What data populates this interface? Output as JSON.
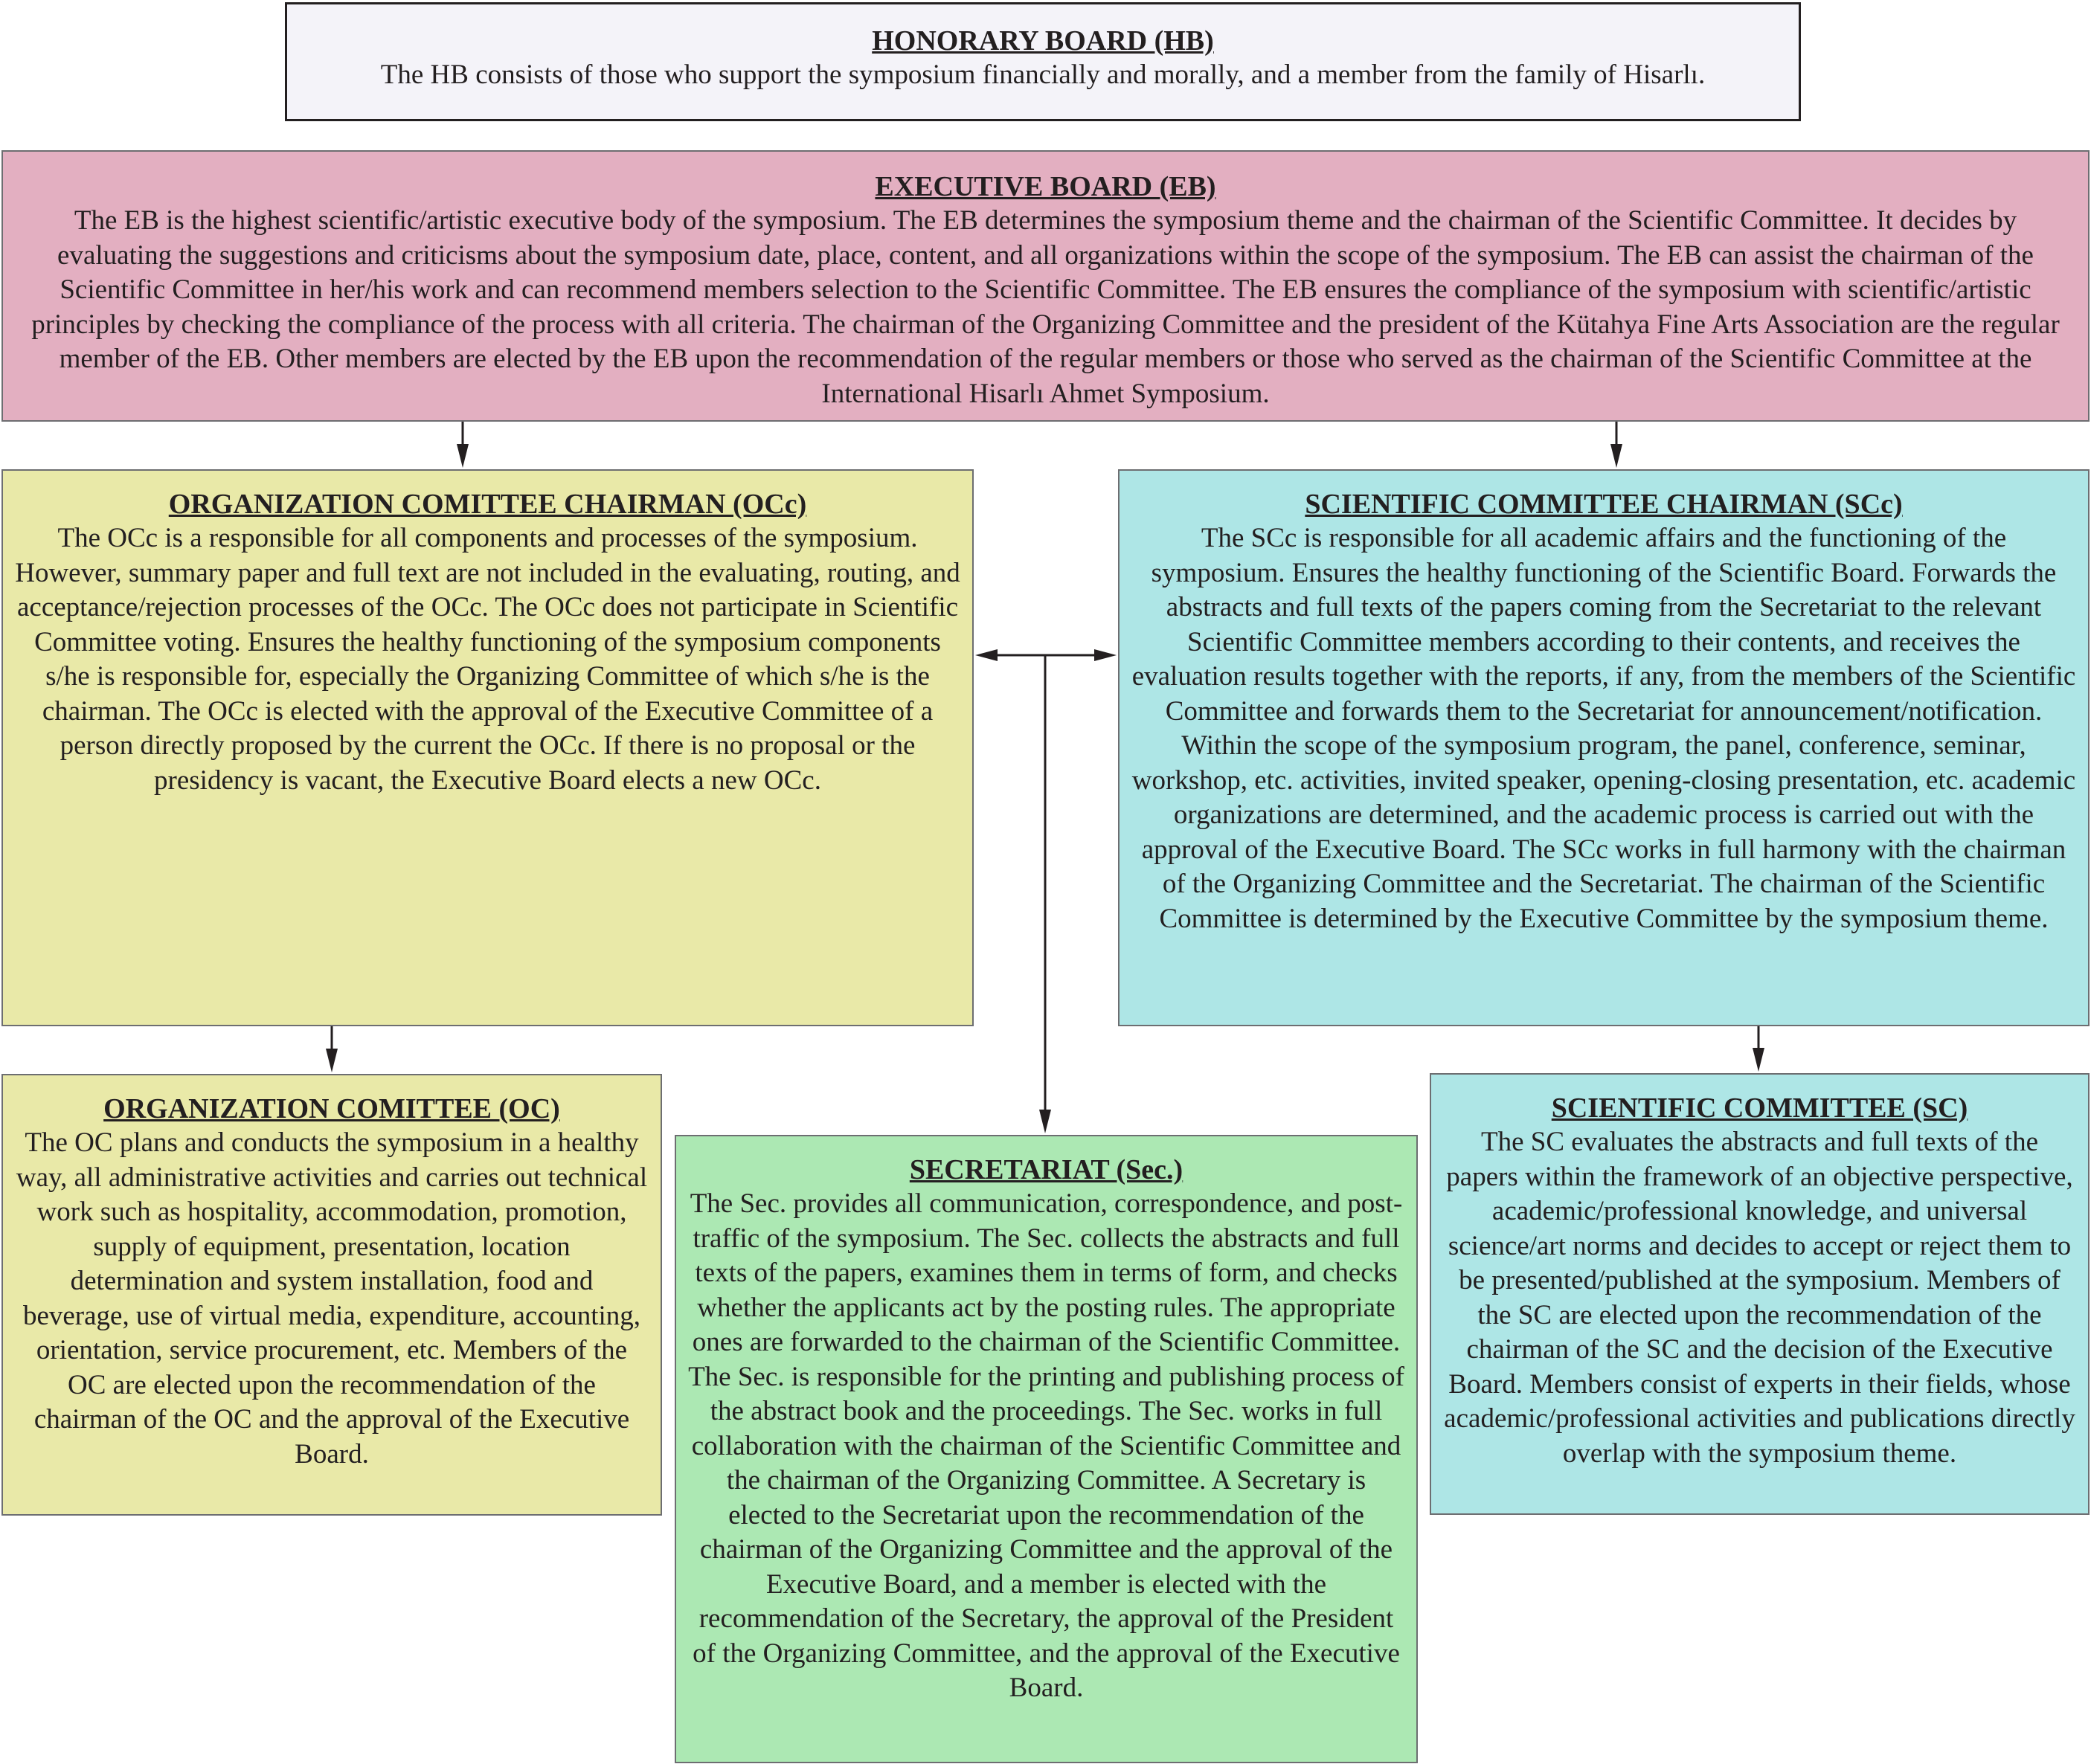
{
  "hb": {
    "title": "HONORARY BOARD (HB)",
    "body": "The HB consists of those who support the symposium financially and morally, and a member from the family of Hisarlı."
  },
  "eb": {
    "title": "EXECUTIVE BOARD (EB)",
    "body": "The EB is the highest scientific/artistic executive body of the symposium. The EB determines the symposium theme and the chairman of the Scientific Committee. It decides by evaluating the suggestions and criticisms about the symposium date, place, content, and all organizations within the scope of the symposium. The EB can assist the chairman of the Scientific Committee in her/his work and can recommend members selection to the Scientific Committee. The EB ensures the compliance of the symposium with scientific/artistic principles by checking the compliance of the process with all criteria. The chairman of the Organizing Committee and the president of the Kütahya Fine Arts Association are the regular member of the EB. Other members are elected by the EB upon the recommendation of the regular members or those who served as the chairman of the Scientific Committee at the International Hisarlı Ahmet Symposium."
  },
  "occ": {
    "title": "ORGANIZATION COMITTEE CHAIRMAN (OCc)",
    "body": "The OCc is a responsible for all components and processes of the symposium. However, summary paper and full text are not included in the evaluating, routing, and acceptance/rejection processes of the OCc. The OCc does not participate in Scientific Committee voting. Ensures the healthy functioning of the symposium components s/he is responsible for, especially the Organizing Committee of which s/he is the chairman. The OCc is elected with the approval of the Executive Committee of a person directly proposed by the current the OCc. If there is no proposal or the presidency is vacant, the Executive Board elects a new OCc."
  },
  "scc": {
    "title": "SCIENTIFIC COMMITTEE CHAIRMAN (SCc)",
    "body": "The SCc is responsible for all academic affairs and the functioning of the symposium. Ensures the healthy functioning of the Scientific Board. Forwards the abstracts and full texts of the papers coming from the Secretariat to the relevant Scientific Committee members according to their contents, and receives the evaluation results together with the reports, if any, from the members of the Scientific Committee and forwards them to the Secretariat for announcement/notification. Within the scope of the symposium program, the panel, conference, seminar, workshop, etc. activities, invited speaker, opening-closing presentation, etc. academic organizations are determined, and the academic process is carried out with the approval of the Executive Board. The SCc works in full harmony with the chairman of the Organizing Committee and the Secretariat. The chairman of the Scientific Committee is determined by the Executive Committee by the symposium theme."
  },
  "oc": {
    "title": "ORGANIZATION COMITTEE (OC)",
    "body": "The OC plans and conducts the symposium in a healthy way, all administrative activities and carries out technical work such as hospitality, accommodation, promotion, supply of equipment, presentation, location determination and system installation, food and beverage, use of virtual media, expenditure, accounting, orientation, service procurement, etc. Members of the OC are elected upon the recommendation of the chairman of the OC and the approval of the Executive Board."
  },
  "sec": {
    "title": "SECRETARIAT (Sec.)",
    "body": "The Sec. provides all communication, correspondence, and post-traffic of the symposium. The Sec. collects the abstracts and full texts of the papers, examines them in terms of form, and checks whether the applicants act by the posting rules. The appropriate ones are forwarded to the chairman of the Scientific Committee. The Sec. is responsible for the printing and publishing process of the abstract book and the proceedings. The Sec. works in full collaboration with the chairman of the Scientific Committee and the chairman of the Organizing Committee. A Secretary is elected to the Secretariat upon the recommendation of the chairman of the Organizing Committee and the approval of the Executive Board, and a member is elected with the recommendation of the Secretary, the approval of the President of the Organizing Committee, and the approval of the Executive Board."
  },
  "sc": {
    "title": "SCIENTIFIC COMMITTEE (SC)",
    "body": "The SC evaluates the abstracts and full texts of the papers within the framework of an objective perspective, academic/professional knowledge, and universal science/art norms and decides to accept or reject them to be presented/published at the symposium. Members of the SC are elected upon the recommendation of the chairman of the SC and the decision of the Executive Board. Members consist of experts in their fields, whose academic/professional activities and publications directly overlap with the symposium theme."
  },
  "colors": {
    "honorary": "#f4f3f9",
    "executive": "#e3afc1",
    "organization": "#e9e9a8",
    "scientific": "#aee6e6",
    "secretariat": "#ace8b3",
    "line": "#231f20"
  }
}
